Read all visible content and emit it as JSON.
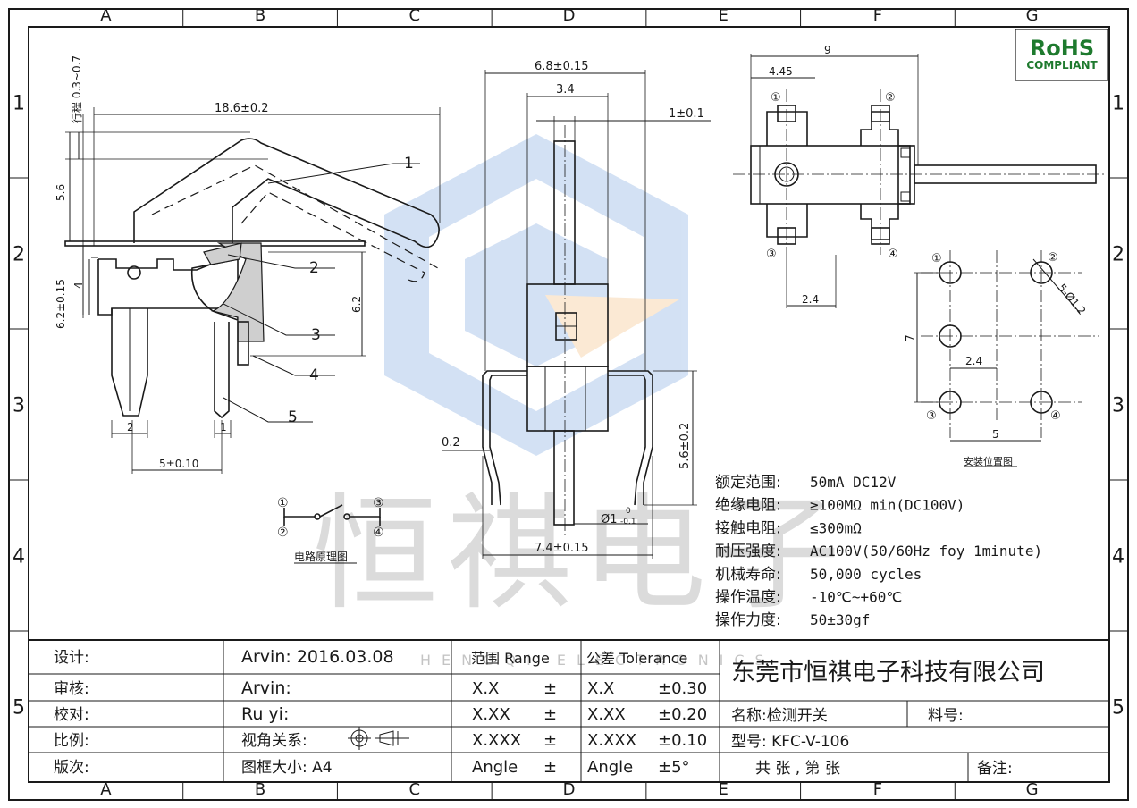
{
  "grid": {
    "columns": [
      "A",
      "B",
      "C",
      "D",
      "E",
      "F",
      "G"
    ],
    "rows": [
      "1",
      "2",
      "3",
      "4",
      "5"
    ]
  },
  "rohs": {
    "line1": "RoHS",
    "line2": "COMPLIANT",
    "color": "#1e7a2e"
  },
  "watermark": {
    "text": "恒祺电子",
    "sub": "HENGQI ELECTRONICS"
  },
  "side_view": {
    "stroke_label": "行程 0.3~0.7",
    "dims": {
      "total_length": "18.6±0.2",
      "height_56": "5.6",
      "height_62": "6.2±0.15",
      "height_4": "4",
      "height_62b": "6.2",
      "pin_2": "2",
      "pin_1": "1",
      "pitch": "5±0.10"
    },
    "callouts": [
      "1",
      "2",
      "3",
      "4",
      "5"
    ]
  },
  "front_view": {
    "dims": {
      "width_68": "6.8±0.15",
      "width_34": "3.4",
      "lever_1": "1±0.1",
      "h_56": "5.6±0.2",
      "t_02": "0.2",
      "dia": "Ø1",
      "dia_tol_upper": "0",
      "dia_tol_lower": "-0.1",
      "width_74": "7.4±0.15"
    }
  },
  "top_view": {
    "dims": {
      "w9": "9",
      "w445": "4.45",
      "w24": "2.4"
    },
    "pins": [
      "①",
      "②",
      "③",
      "④"
    ]
  },
  "mount_view": {
    "dims": {
      "h7": "7",
      "w24": "2.4",
      "w5": "5",
      "hole": "5-Ø1.2"
    },
    "pins": [
      "①",
      "②",
      "③",
      "④"
    ],
    "caption": "安装位置图"
  },
  "circuit": {
    "pins": [
      "①",
      "②",
      "③",
      "④"
    ],
    "caption": "电路原理图"
  },
  "specs": [
    {
      "label": "额定范围:",
      "value": "50mA DC12V"
    },
    {
      "label": "绝缘电阻:",
      "value": "≥100MΩ min(DC100V)"
    },
    {
      "label": "接触电阻:",
      "value": "≤300mΩ"
    },
    {
      "label": "耐压强度:",
      "value": "AC100V(50/60Hz  foy  1minute)"
    },
    {
      "label": "机械寿命:",
      "value": "50,000 cycles"
    },
    {
      "label": "操作温度:",
      "value": "-10℃~+60℃"
    },
    {
      "label": "操作力度:",
      "value": "50±30gf"
    }
  ],
  "title_block": {
    "roles": [
      {
        "label": "设计:",
        "value": "Arvin:  2016.03.08"
      },
      {
        "label": "审核:",
        "value": "Arvin:"
      },
      {
        "label": "校对:",
        "value": "Ru  yi:"
      },
      {
        "label": "比例:",
        "value": "视角关系:"
      },
      {
        "label": "版次:",
        "value": "图框大小:  A4"
      }
    ],
    "range_header": "范围 Range",
    "tolerance_header": "公差 Tolerance",
    "ranges": [
      {
        "key": "X.X",
        "sym": "±"
      },
      {
        "key": "X.XX",
        "sym": "±"
      },
      {
        "key": "X.XXX",
        "sym": "±"
      },
      {
        "key": "Angle",
        "sym": "±"
      }
    ],
    "tolerances": [
      {
        "key": "X.X",
        "val": "±0.30"
      },
      {
        "key": "X.XX",
        "val": "±0.20"
      },
      {
        "key": "X.XXX",
        "val": "±0.10"
      },
      {
        "key": "Angle",
        "val": "±5°"
      }
    ],
    "company": "东莞市恒祺电子科技有限公司",
    "name": "名称:检测开关",
    "material": "料号:",
    "model": "型号: KFC-V-106",
    "sheet": "共  张  , 第  张",
    "remark": "备注:"
  }
}
